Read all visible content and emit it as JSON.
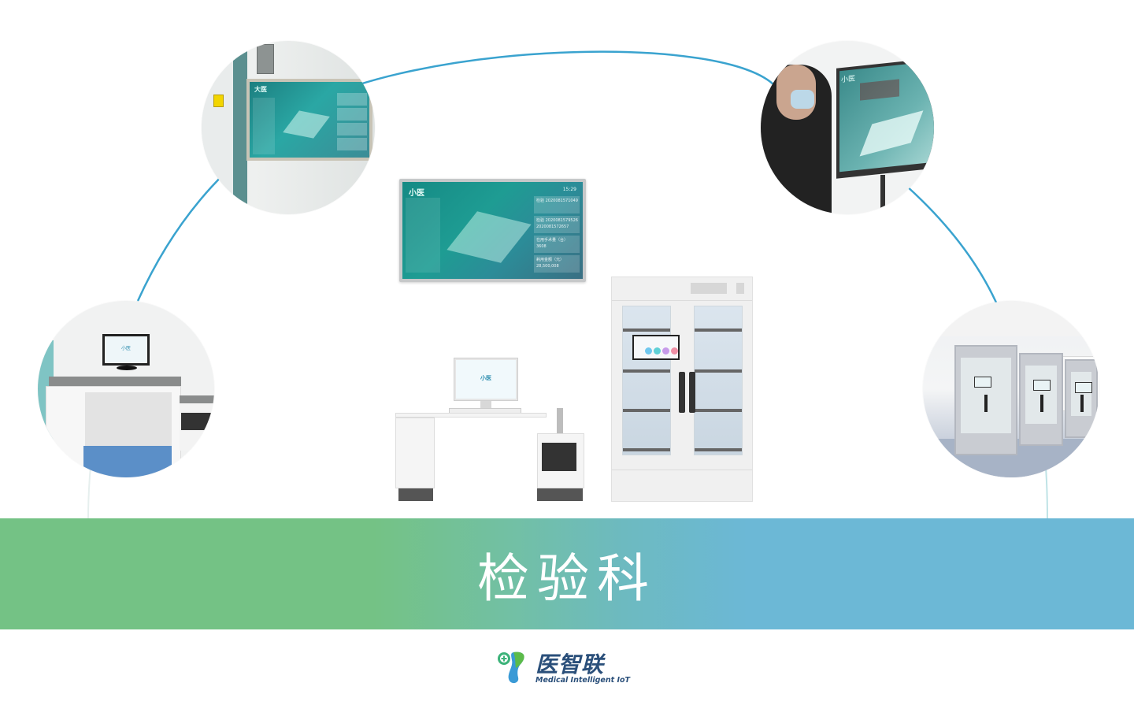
{
  "band": {
    "title": "检验科",
    "gradient_start": "#74c285",
    "gradient_end": "#6cb8d6"
  },
  "arc": {
    "color": "#3aa3cf"
  },
  "circles": [
    {
      "id": "wall-display",
      "screen_title": "大医"
    },
    {
      "id": "viewer-display",
      "screen_title": "小医"
    },
    {
      "id": "workstation",
      "screen_title": "小医"
    },
    {
      "id": "lab-cabinets"
    }
  ],
  "big_screen": {
    "title": "小医",
    "time": "15:29",
    "cards": [
      {
        "label": "检验 2020081571049",
        "sub": ""
      },
      {
        "label": "检验 2020081579526",
        "sub": "2020081572657"
      },
      {
        "label": "在用手术量（台）",
        "sub": "3608"
      },
      {
        "label": "耗用金额（元）",
        "sub": "28,500,008"
      }
    ]
  },
  "desk_monitor": {
    "title": "小医"
  },
  "logo": {
    "name_cn": "医智联",
    "name_en": "Medical Intelligent IoT",
    "color": "#2a4f7a"
  }
}
